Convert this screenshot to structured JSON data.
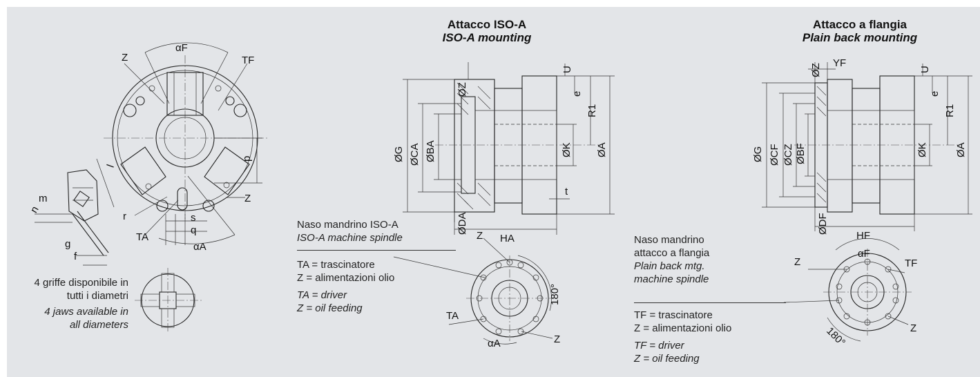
{
  "titles": {
    "iso": {
      "it": "Attacco ISO-A",
      "en": "ISO-A mounting"
    },
    "flange": {
      "it": "Attacco a flangia",
      "en": "Plain back mounting"
    }
  },
  "notes": {
    "four_jaws_it": [
      "4 griffe disponibile in",
      "tutti i diametri"
    ],
    "four_jaws_en": [
      "4 jaws available in",
      "all diameters"
    ],
    "iso_spindle_it": "Naso mandrino ISO-A",
    "iso_spindle_en": "ISO-A machine spindle",
    "iso_legend_it": [
      "TA = trascinatore",
      "Z = alimentazioni olio"
    ],
    "iso_legend_en": [
      "TA = driver",
      "Z = oil feeding"
    ],
    "flange_spindle_it": [
      "Naso mandrino",
      "attacco a flangia"
    ],
    "flange_spindle_en": [
      "Plain back mtg.",
      "machine spindle"
    ],
    "flange_legend_it": [
      "TF = trascinatore",
      "Z = alimentazioni olio"
    ],
    "flange_legend_en": [
      "TF = driver",
      "Z = oil feeding"
    ]
  },
  "dims": {
    "z": "Z",
    "alpha_f": "αF",
    "tf": "TF",
    "ta": "TA",
    "alpha_a": "αA",
    "p": "p",
    "r": "r",
    "s": "s",
    "q": "q",
    "l": "l",
    "m": "m",
    "n": "n",
    "g": "g",
    "f": "f",
    "u": "U",
    "e": "e",
    "r1": "R1",
    "g_dia": "ØG",
    "ca": "ØCA",
    "ba": "ØBA",
    "k": "ØK",
    "a": "ØA",
    "z_dia": "ØZ",
    "da": "ØDA",
    "ha": "HA",
    "t": "t",
    "yf": "YF",
    "cf": "ØCF",
    "cz": "ØCZ",
    "bf": "ØBF",
    "df": "ØDF",
    "hf": "HF",
    "deg180": "180°"
  }
}
